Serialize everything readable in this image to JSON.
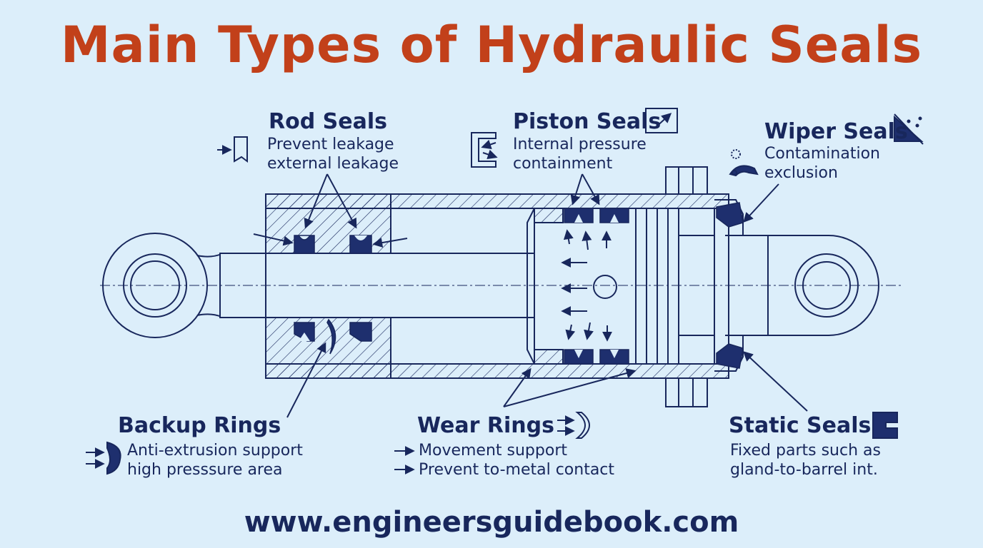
{
  "title": "Main Types of Hydraulic Seals",
  "footer": "www.engineersguidebook.com",
  "colors": {
    "background": "#dceefa",
    "title": "#c2401a",
    "ink": "#18275c",
    "seal": "#1e2f6e"
  },
  "seals": {
    "rod": {
      "heading": "Rod Seals",
      "lines": [
        "Prevent leakage",
        "external leakage"
      ],
      "icon": "rod-seal-icon"
    },
    "piston": {
      "heading": "Piston Seals",
      "lines": [
        "Internal pressure",
        "containment"
      ],
      "icon": "piston-seal-icon"
    },
    "wiper": {
      "heading": "Wiper Seals",
      "lines": [
        "Contamination",
        "exclusion"
      ],
      "icon": "wiper-seal-icon"
    },
    "backup": {
      "heading": "Backup Rings",
      "lines": [
        "Anti-extrusion support",
        "high presssure area"
      ],
      "icon": "backup-ring-icon"
    },
    "wear": {
      "heading": "Wear Rings",
      "lines": [
        "Movement support",
        "Prevent to-metal contact"
      ],
      "icon": "wear-ring-icon"
    },
    "static": {
      "heading": "Static Seals",
      "lines": [
        "Fixed parts such as",
        "gland-to-barrel int."
      ],
      "icon": "static-seal-icon"
    }
  }
}
